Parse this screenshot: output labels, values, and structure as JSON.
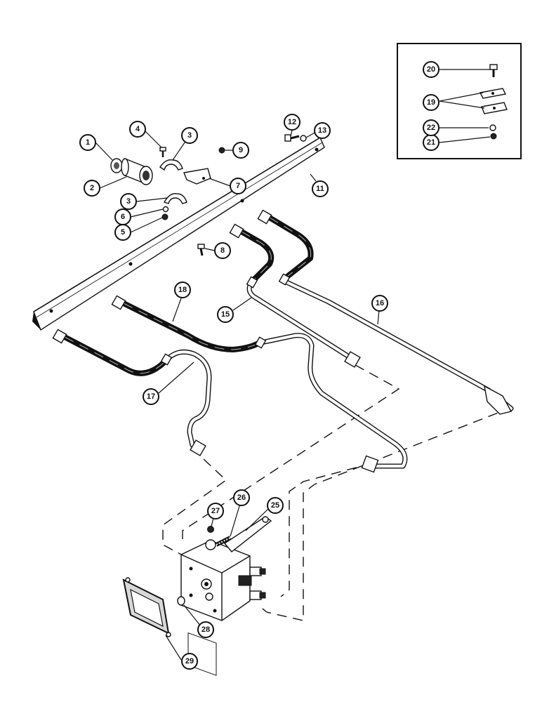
{
  "callouts": [
    {
      "id": "c1",
      "label": "1"
    },
    {
      "id": "c2",
      "label": "2"
    },
    {
      "id": "c3a",
      "label": "3"
    },
    {
      "id": "c3b",
      "label": "3"
    },
    {
      "id": "c4",
      "label": "4"
    },
    {
      "id": "c5",
      "label": "5"
    },
    {
      "id": "c6",
      "label": "6"
    },
    {
      "id": "c7",
      "label": "7"
    },
    {
      "id": "c8",
      "label": "8"
    },
    {
      "id": "c9",
      "label": "9"
    },
    {
      "id": "c11",
      "label": "11"
    },
    {
      "id": "c12",
      "label": "12"
    },
    {
      "id": "c13",
      "label": "13"
    },
    {
      "id": "c15",
      "label": "15"
    },
    {
      "id": "c16",
      "label": "16"
    },
    {
      "id": "c17",
      "label": "17"
    },
    {
      "id": "c18",
      "label": "18"
    },
    {
      "id": "c19",
      "label": "19"
    },
    {
      "id": "c20",
      "label": "20"
    },
    {
      "id": "c21",
      "label": "21"
    },
    {
      "id": "c22",
      "label": "22"
    },
    {
      "id": "c25",
      "label": "25"
    },
    {
      "id": "c26",
      "label": "26"
    },
    {
      "id": "c27",
      "label": "27"
    },
    {
      "id": "c28",
      "label": "28"
    },
    {
      "id": "c29",
      "label": "29"
    }
  ]
}
